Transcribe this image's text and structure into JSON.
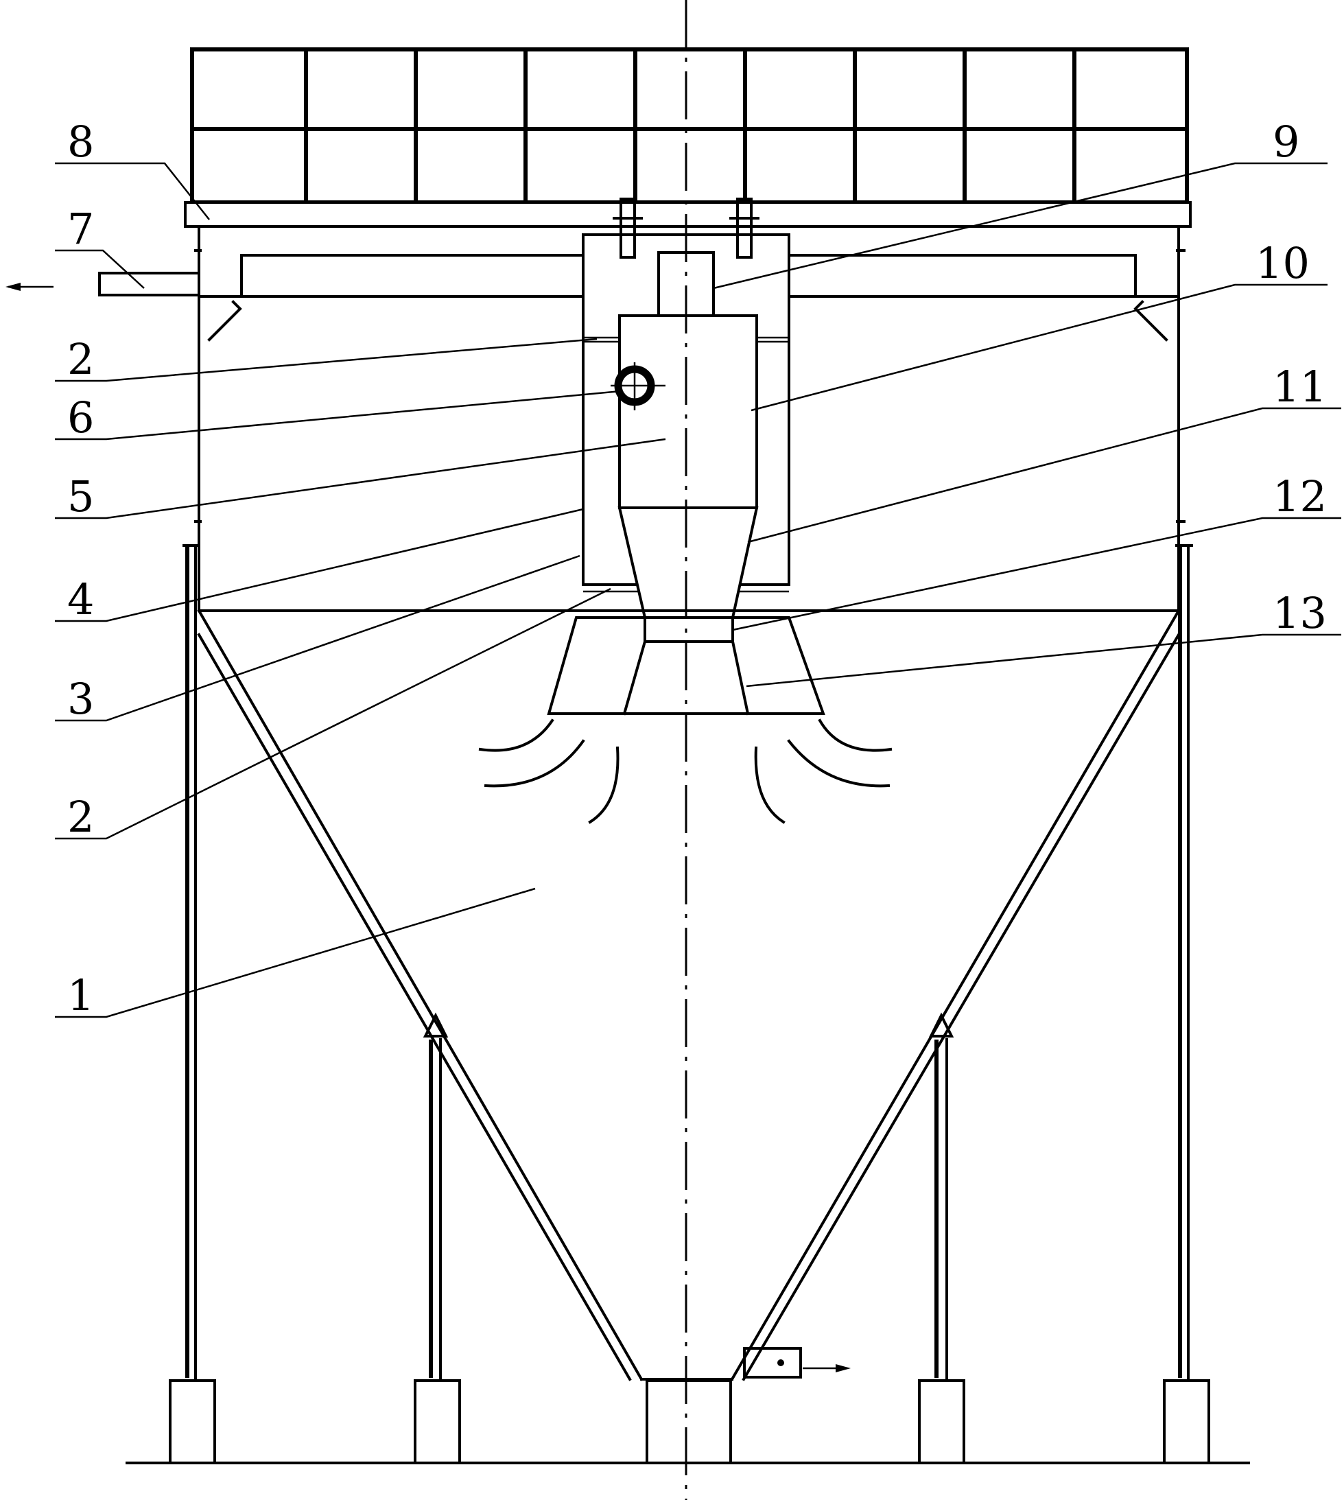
{
  "labels": {
    "l1": "1",
    "l2a": "2",
    "l2b": "2",
    "l3": "3",
    "l4": "4",
    "l5": "5",
    "l6": "6",
    "l7": "7",
    "l8": "8",
    "l9": "9",
    "l10": "10",
    "l11": "11",
    "l12": "12",
    "l13": "13"
  }
}
